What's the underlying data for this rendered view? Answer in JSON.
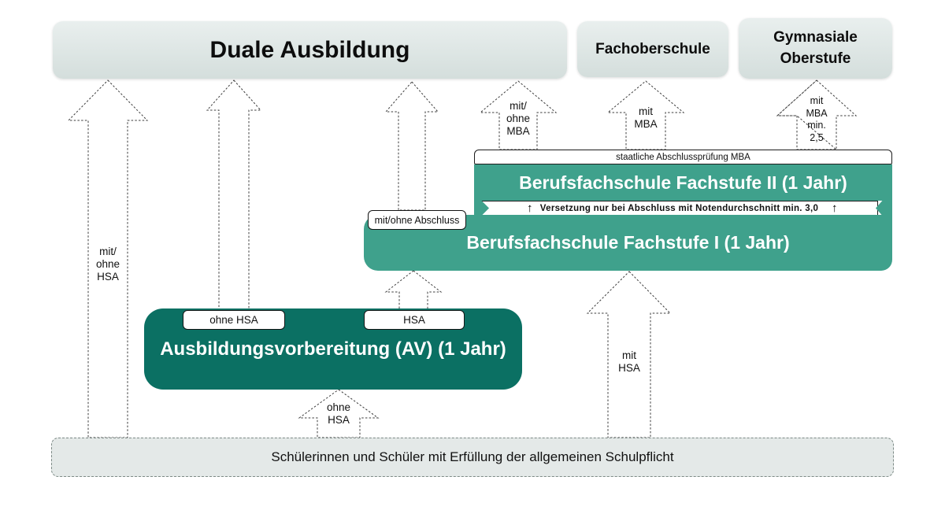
{
  "diagram": {
    "top_boxes": {
      "duale_ausbildung": "Duale Ausbildung",
      "fachoberschule": "Fachoberschule",
      "gymnasiale_oberstufe": "Gymnasiale\nOberstufe"
    },
    "berufsfachschule": {
      "exam_bar": "staatliche Abschlussprüfung MBA",
      "fachstufe2": "Berufsfachschule Fachstufe II (1 Jahr)",
      "versetzung_bar": "Versetzung nur bei Abschluss mit Notendurchschnitt min. 3,0",
      "fachstufe1": "Berufsfachschule Fachstufe I (1 Jahr)",
      "up_arrow_glyph": "↑"
    },
    "av_box": {
      "title": "Ausbildungsvorbereitung (AV) (1 Jahr)",
      "label_ohne_hsa": "ohne HSA",
      "label_hsa": "HSA"
    },
    "label_mit_ohne_abschluss": "mit/ohne Abschluss",
    "base_bar": "Schülerinnen und Schüler mit Erfüllung der allgemeinen Schulpflicht",
    "arrow_labels": {
      "mit_ohne_hsa": "mit/\nohne\nHSA",
      "mit_ohne_mba": "mit/\nohne\nMBA",
      "mit_mba": "mit\nMBA",
      "mit_mba_min": "mit\nMBA\nmin.\n2,5",
      "ohne_hsa": "ohne\nHSA",
      "mit_hsa": "mit\nHSA"
    },
    "colors": {
      "teal": "#3fa18c",
      "dark_teal": "#0b7063",
      "light_box_top": "#e9efee",
      "light_box_bottom": "#d4dedc",
      "base_bar_bg": "#e4e9e8"
    }
  }
}
